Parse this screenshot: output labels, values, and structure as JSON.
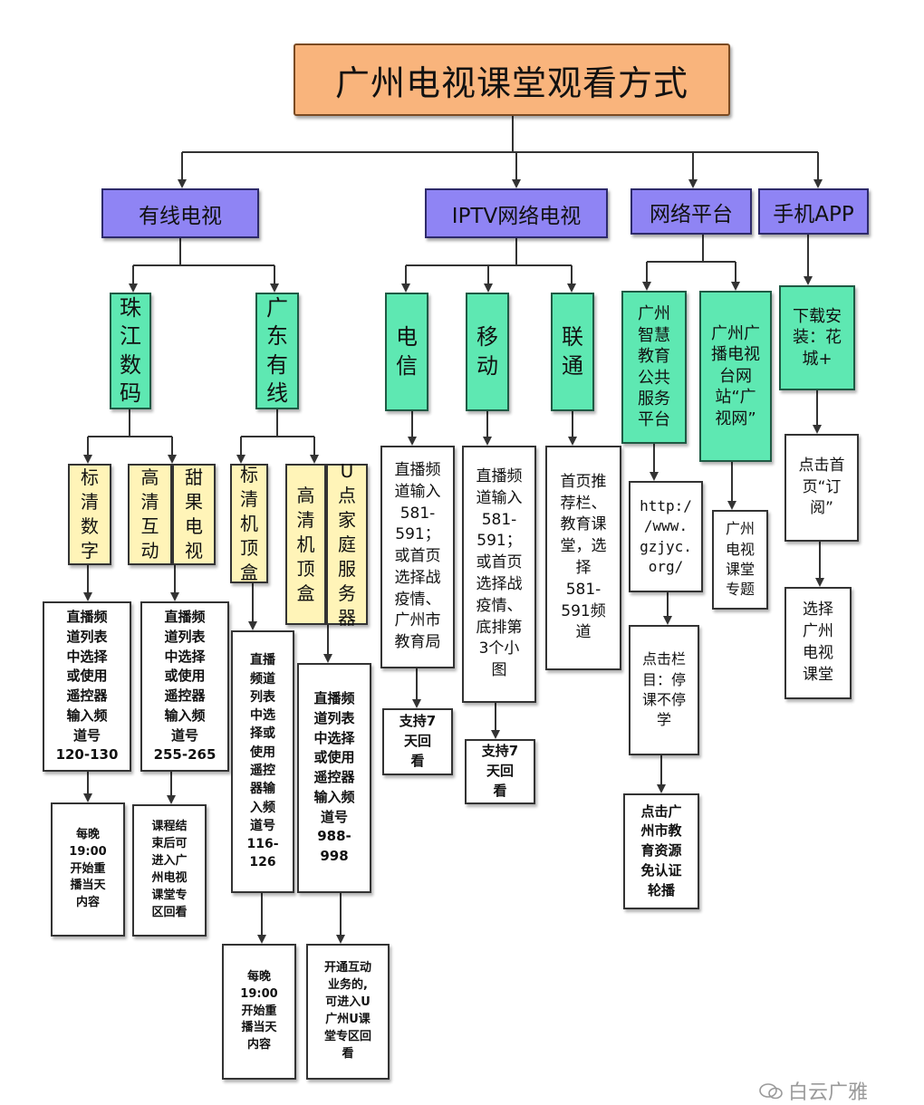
{
  "title": "广州电视课堂观看方式",
  "categories": {
    "cable": "有线电视",
    "iptv": "IPTV网络电视",
    "web": "网络平台",
    "app": "手机APP"
  },
  "cable": {
    "zhujiang": {
      "label": "珠\n江\n数\n码",
      "sd": "标\n清\n数\n字",
      "hd": "高\n清\n互\n动",
      "apple": "甜\n果\n电\n视",
      "sd_step": "直播频\n道列表\n中选择\n或使用\n遥控器\n输入频\n道号\n120-130",
      "hd_step": "直播频\n道列表\n中选择\n或使用\n遥控器\n输入频\n道号\n255-265",
      "sd_result": "每晚\n19:00\n开始重\n播当天\n内容",
      "hd_result": "课程结\n束后可\n进入广\n州电视\n课堂专\n区回看"
    },
    "guangdong": {
      "label": "广\n东\n有\n线",
      "sd_box": "标\n清\n机\n顶\n盒",
      "hd_box": "高\n清\n机\n顶\n盒",
      "u_home": "U\n点\n家\n庭\n服\n务\n器",
      "sd_step": "直播\n频道\n列表\n中选\n择或\n使用\n遥控\n器输\n入频\n道号\n116-\n126",
      "hd_step": "直播频\n道列表\n中选择\n或使用\n遥控器\n输入频\n道号\n988-\n998",
      "sd_result": "每晚\n19:00\n开始重\n播当天\n内容",
      "hd_result": "开通互动\n业务的,\n可进入U\n广州U课\n堂专区回\n看"
    }
  },
  "iptv": {
    "telecom": "电\n信",
    "mobile": "移\n动",
    "unicom": "联\n通",
    "telecom_step": "直播频\n道输入\n581-\n591；\n或首页\n选择战\n疫情、\n广州市\n教育局",
    "mobile_step": "直播频\n道输入\n581-\n591；\n或首页\n选择战\n疫情、\n底排第\n3个小\n图",
    "unicom_step": "首页推\n荐栏、\n教育课\n堂，选\n择\n581-\n591频\n道",
    "telecom_result": "支持7\n天回\n看",
    "mobile_result": "支持7\n天回\n看"
  },
  "web": {
    "smart_edu": "广州\n智慧\n教育\n公共\n服务\n平台",
    "gztv": "广州广\n播电视\n台网\n站“广\n视网”",
    "url": "http:/\n/www.\ngzjyc.\norg/",
    "column": "点击栏\n目：停\n课不停\n学",
    "auth_free": "点击广\n州市教\n育资源\n免认证\n轮播",
    "gztv_topic": "广州\n电视\n课堂\n专题"
  },
  "app": {
    "download": "下载安\n装：花\n城+",
    "subscribe": "点击首\n页“订\n阅”",
    "choose": "选择\n广州\n电视\n课堂"
  },
  "watermark": "白云广雅",
  "colors": {
    "title_fill": "#f9b47c",
    "category_fill": "#8f84f4",
    "provider_fill": "#5ee8b2",
    "device_fill": "#fff4b8",
    "step_fill": "#ffffff",
    "line": "#333333"
  }
}
